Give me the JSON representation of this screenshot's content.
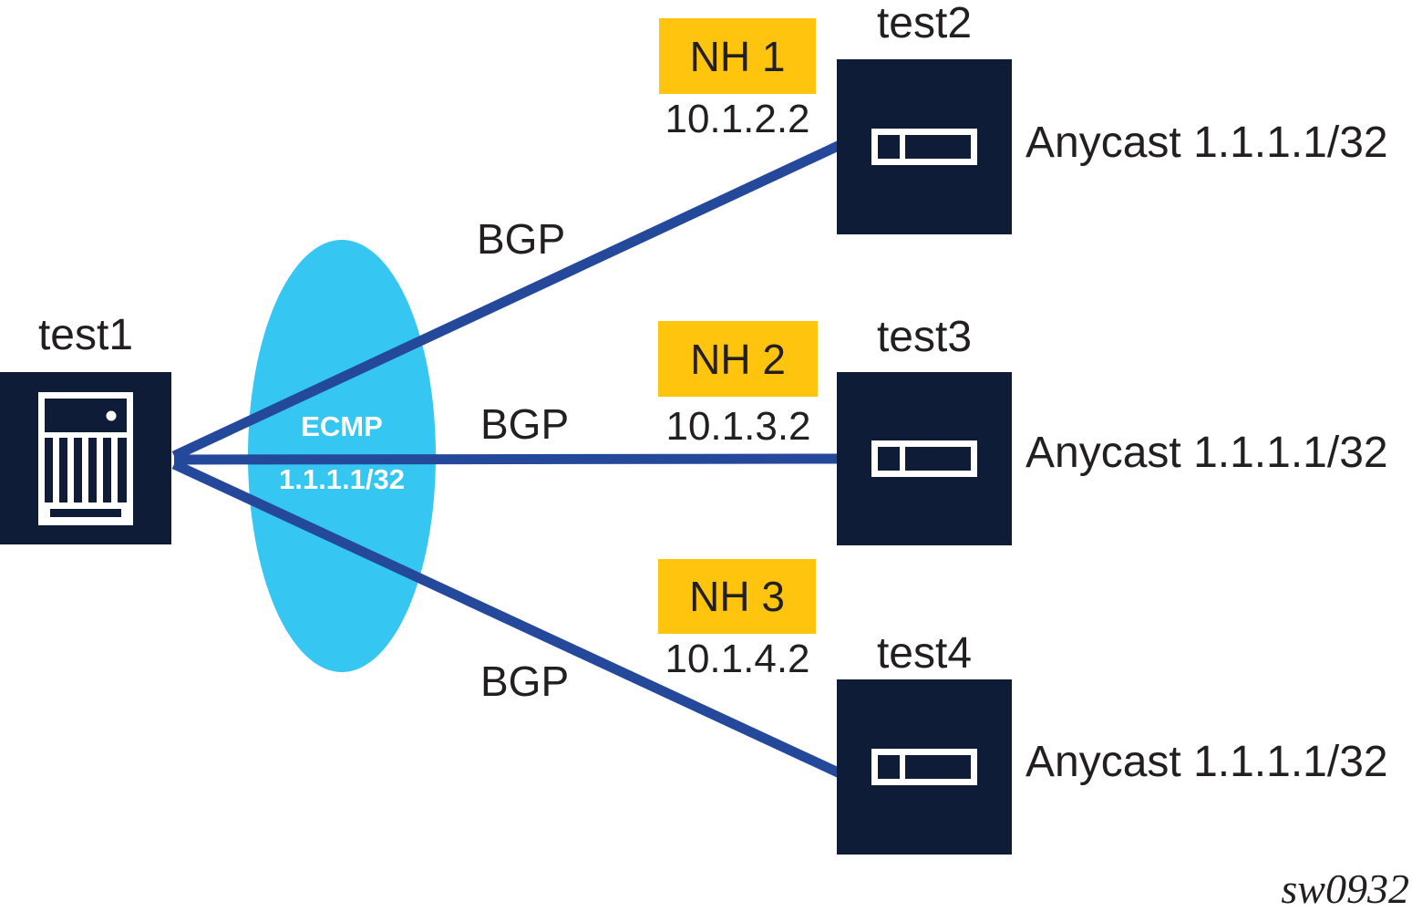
{
  "colors": {
    "navy": "#0E1C38",
    "cyan": "#35C6F2",
    "yellow": "#FFC40E",
    "link": "#24499B",
    "ink": "#231F20"
  },
  "icons": {
    "source_router": "server-chassis-icon",
    "next_hop_router": "linecard-router-icon"
  },
  "diagram": {
    "source": {
      "name": "test1"
    },
    "ecmp": {
      "label": "ECMP",
      "prefix": "1.1.1.1/32"
    },
    "rows": [
      {
        "protocol": "BGP",
        "nh_label": "NH 1",
        "nh_ip": "10.1.2.2",
        "router": "test2",
        "anycast": "Anycast 1.1.1.1/32"
      },
      {
        "protocol": "BGP",
        "nh_label": "NH 2",
        "nh_ip": "10.1.3.2",
        "router": "test3",
        "anycast": "Anycast 1.1.1.1/32"
      },
      {
        "protocol": "BGP",
        "nh_label": "NH 3",
        "nh_ip": "10.1.4.2",
        "router": "test4",
        "anycast": "Anycast 1.1.1.1/32"
      }
    ],
    "figure_id": "sw0932"
  }
}
